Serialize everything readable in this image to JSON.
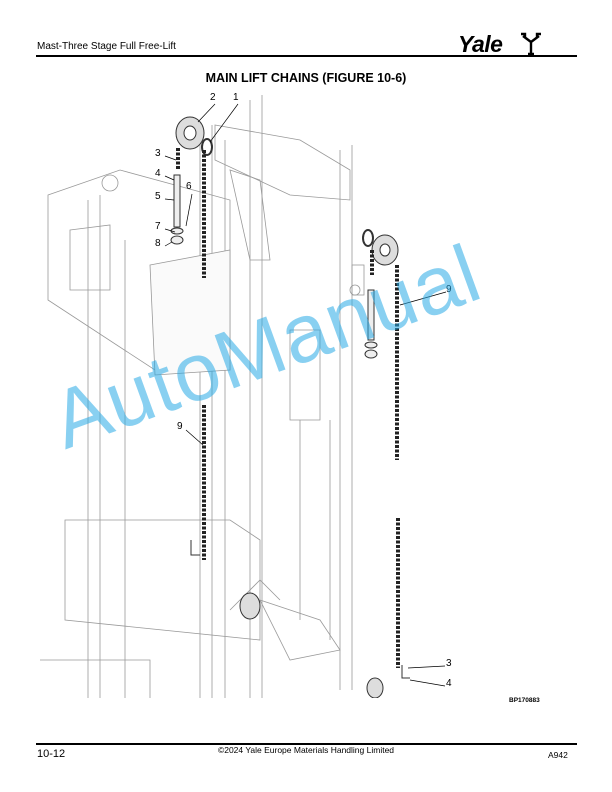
{
  "header": {
    "section_title": "Mast-Three Stage Full Free-Lift",
    "logo": "Yale"
  },
  "figure": {
    "title": "MAIN LIFT CHAINS (FIGURE 10-6)",
    "callouts": [
      "2",
      "1",
      "3",
      "4",
      "5",
      "6",
      "7",
      "8",
      "9",
      "9",
      "3",
      "4"
    ],
    "code": "BP170883"
  },
  "watermark": "AutoManual",
  "footer": {
    "page_number": "10-12",
    "copyright": "©2024 Yale Europe Materials Handling Limited",
    "doc_code": "A942"
  }
}
